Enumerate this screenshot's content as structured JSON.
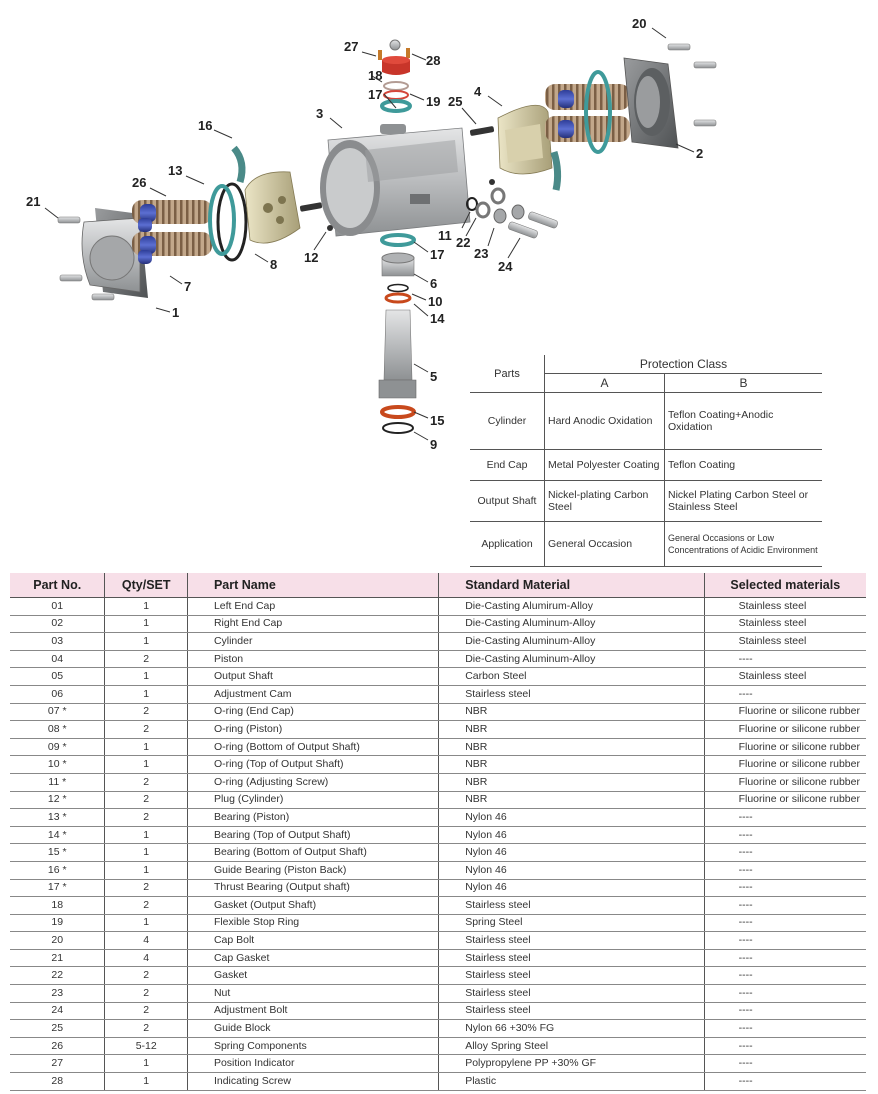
{
  "callouts": [
    "1",
    "2",
    "3",
    "4",
    "5",
    "6",
    "7",
    "8",
    "9",
    "10",
    "11",
    "12",
    "13",
    "14",
    "15",
    "16",
    "17",
    "17",
    "18",
    "19",
    "20",
    "21",
    "22",
    "23",
    "24",
    "25",
    "26",
    "27",
    "28"
  ],
  "colors": {
    "header_bg": "#f7dfe8",
    "metal": "#b9bbbd",
    "spring": "#3b4aa6",
    "teal_ring": "#3f9a9a",
    "red_ring": "#c8491c",
    "cam_body": "#c9c2a0"
  },
  "protection_table": {
    "col_parts": "Parts",
    "col_group": "Protection Class",
    "col_a": "A",
    "col_b": "B",
    "rows": [
      {
        "part": "Cylinder",
        "a": "Hard Anodic Oxidation",
        "b": "Teflon Coating+Anodic Oxidation"
      },
      {
        "part": "End Cap",
        "a": "Metal Polyester Coating",
        "b": "Teflon Coating"
      },
      {
        "part": "Output Shaft",
        "a": "Nickel-plating Carbon Steel",
        "b": "Nickel Plating Carbon Steel or Stainless Steel"
      },
      {
        "part": "Application",
        "a": "General Occasion",
        "b": "General Occasions or Low Concentrations of Acidic Environment"
      }
    ]
  },
  "parts_list": {
    "headers": [
      "Part No.",
      "Qty/SET",
      "Part Name",
      "Standard Material",
      "Selected materials"
    ],
    "rows": [
      [
        "01",
        "1",
        "Left End Cap",
        "Die-Casting Alumirum-Alloy",
        "Stainless steel"
      ],
      [
        "02",
        "1",
        "Right End Cap",
        "Die-Casting Aluminum-Alloy",
        "Stainless steel"
      ],
      [
        "03",
        "1",
        "Cylinder",
        "Die-Casting Aluminum-Alloy",
        "Stainless steel"
      ],
      [
        "04",
        "2",
        "Piston",
        "Die-Casting Aluminum-Alloy",
        "----"
      ],
      [
        "05",
        "1",
        "Output Shaft",
        "Carbon Steel",
        "Stainless steel"
      ],
      [
        "06",
        "1",
        "Adjustment Cam",
        "Stairless steel",
        "----"
      ],
      [
        "07 *",
        "2",
        "O-ring (End Cap)",
        "NBR",
        "Fluorine or silicone rubber"
      ],
      [
        "08 *",
        "2",
        "O-ring (Piston)",
        "NBR",
        "Fluorine or silicone rubber"
      ],
      [
        "09 *",
        "1",
        "O-ring (Bottom of Output Shaft)",
        "NBR",
        "Fluorine or silicone rubber"
      ],
      [
        "10 *",
        "1",
        "O-ring (Top of Output Shaft)",
        "NBR",
        "Fluorine or silicone rubber"
      ],
      [
        "11 *",
        "2",
        "O-ring (Adjusting Screw)",
        "NBR",
        "Fluorine or silicone rubber"
      ],
      [
        "12 *",
        "2",
        "Plug (Cylinder)",
        "NBR",
        "Fluorine or silicone rubber"
      ],
      [
        "13 *",
        "2",
        "Bearing (Piston)",
        "Nylon 46",
        "----"
      ],
      [
        "14 *",
        "1",
        "Bearing (Top of Output Shaft)",
        "Nylon 46",
        "----"
      ],
      [
        "15 *",
        "1",
        "Bearing (Bottom of Output Shaft)",
        "Nylon 46",
        "----"
      ],
      [
        "16 *",
        "1",
        "Guide Bearing (Piston Back)",
        "Nylon 46",
        "----"
      ],
      [
        "17 *",
        "2",
        "Thrust Bearing (Output shaft)",
        "Nylon 46",
        "----"
      ],
      [
        "18",
        "2",
        "Gasket (Output Shaft)",
        "Stairless steel",
        "----"
      ],
      [
        "19",
        "1",
        "Flexible Stop Ring",
        "Spring Steel",
        "----"
      ],
      [
        "20",
        "4",
        "Cap Bolt",
        "Stairless steel",
        "----"
      ],
      [
        "21",
        "4",
        "Cap Gasket",
        "Stairless steel",
        "----"
      ],
      [
        "22",
        "2",
        "Gasket",
        "Stairless steel",
        "----"
      ],
      [
        "23",
        "2",
        "Nut",
        "Stairless steel",
        "----"
      ],
      [
        "24",
        "2",
        "Adjustment Bolt",
        "Stairless steel",
        "----"
      ],
      [
        "25",
        "2",
        "Guide Block",
        "Nylon 66 +30% FG",
        "----"
      ],
      [
        "26",
        "5-12",
        "Spring Components",
        "Alloy Spring Steel",
        "----"
      ],
      [
        "27",
        "1",
        "Position Indicator",
        "Polypropylene PP +30% GF",
        "----"
      ],
      [
        "28",
        "1",
        "Indicating Screw",
        "Plastic",
        "----"
      ]
    ]
  }
}
